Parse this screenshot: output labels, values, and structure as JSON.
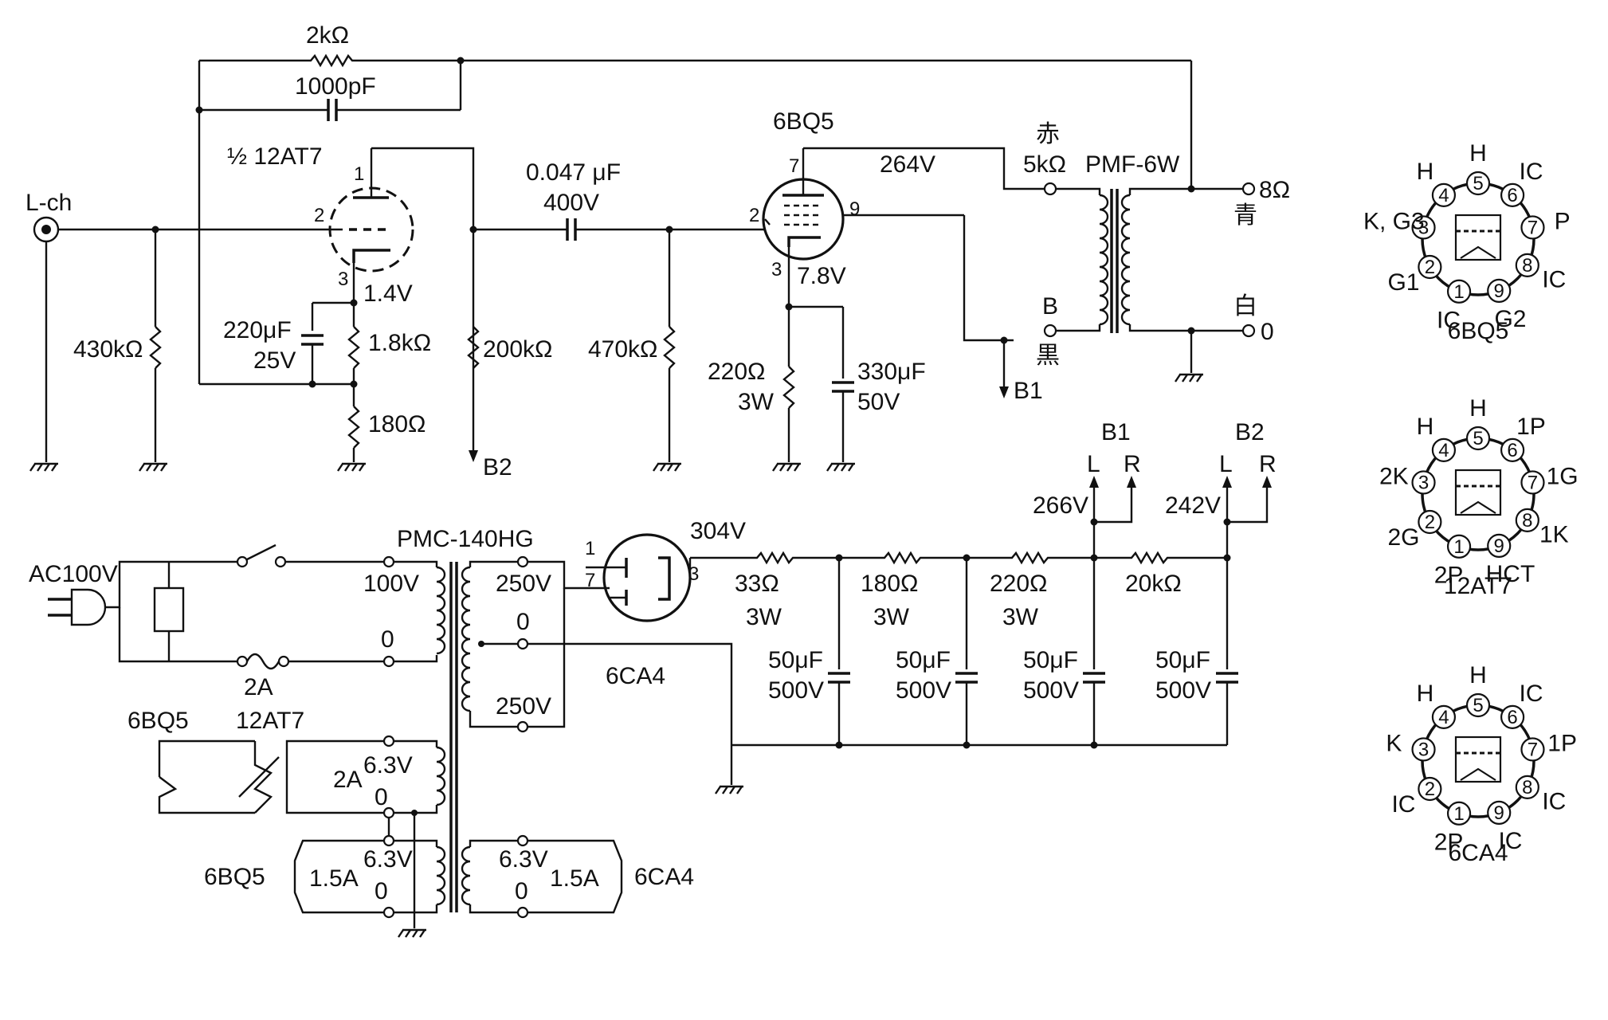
{
  "feedback": {
    "resistor": "2kΩ",
    "cap": "1000pF"
  },
  "input": {
    "jack": "L-ch",
    "r_grid": "430kΩ"
  },
  "v1": {
    "tube": "½ 12AT7",
    "pin_plate": "1",
    "pin_grid": "2",
    "pin_cathode": "3",
    "cathode_v": "1.4V",
    "bypass_cap": "220μF",
    "bypass_cap_v": "25V",
    "r_cathode": "1.8kΩ",
    "r_cathode2": "180Ω",
    "r_load": "200kΩ",
    "b2": "B2"
  },
  "coupling": {
    "cap": "0.047 μF",
    "cap_v": "400V",
    "r_grid": "470kΩ"
  },
  "v2": {
    "tube": "6BQ5",
    "pin_plate": "7",
    "pin_grid": "2",
    "pin_screen": "9",
    "pin_cathode": "3",
    "plate_v": "264V",
    "cathode_v": "7.8V",
    "r_k": "220Ω",
    "r_k_w": "3W",
    "c_k": "330μF",
    "c_k_v": "50V",
    "b1": "B1"
  },
  "ot": {
    "name": "PMF-6W",
    "red": "赤",
    "red_imp": "5kΩ",
    "b": "B",
    "black": "黒",
    "out8": "8Ω",
    "blue": "青",
    "white": "白",
    "out0": "0"
  },
  "power": {
    "ac": "AC100V",
    "pt": "PMC-140HG",
    "fuse": "2A",
    "pri_100": "100V",
    "pri_0": "0",
    "sec_250a": "250V",
    "sec_0": "0",
    "sec_250b": "250V",
    "rect": "6CA4",
    "rect_pin1": "1",
    "rect_pin7": "7",
    "rect_pin3": "3",
    "rect_v": "304V",
    "r1": "33Ω",
    "r1_w": "3W",
    "r2": "180Ω",
    "r2_w": "3W",
    "r3": "220Ω",
    "r3_w": "3W",
    "r4": "20kΩ",
    "c": "50μF",
    "c_v": "500V",
    "b1": "B1",
    "b1_v": "266V",
    "b2": "B2",
    "b2_v": "242V",
    "l": "L",
    "r": "R"
  },
  "heaters": {
    "h1_tubes_a": "6BQ5",
    "h1_tubes_b": "12AT7",
    "h1_v": "6.3V",
    "h1_0": "0",
    "h1_a": "2A",
    "h2_tube": "6BQ5",
    "h2_v": "6.3V",
    "h2_0": "0",
    "h2_a": "1.5A",
    "h3_tube": "6CA4",
    "h3_v": "6.3V",
    "h3_0": "0",
    "h3_a": "1.5A"
  },
  "pinouts": [
    {
      "name": "6BQ5",
      "labels": {
        "1": "IC",
        "2": "G1",
        "3": "K, G3",
        "4": "H",
        "5": "H",
        "6": "IC",
        "7": "P",
        "8": "IC",
        "9": "G2"
      }
    },
    {
      "name": "12AT7",
      "labels": {
        "1": "2P",
        "2": "2G",
        "3": "2K",
        "4": "H",
        "5": "H",
        "6": "1P",
        "7": "1G",
        "8": "1K",
        "9": "HCT"
      }
    },
    {
      "name": "6CA4",
      "labels": {
        "1": "2P",
        "2": "IC",
        "3": "K",
        "4": "H",
        "5": "H",
        "6": "IC",
        "7": "1P",
        "8": "IC",
        "9": "IC"
      }
    }
  ]
}
